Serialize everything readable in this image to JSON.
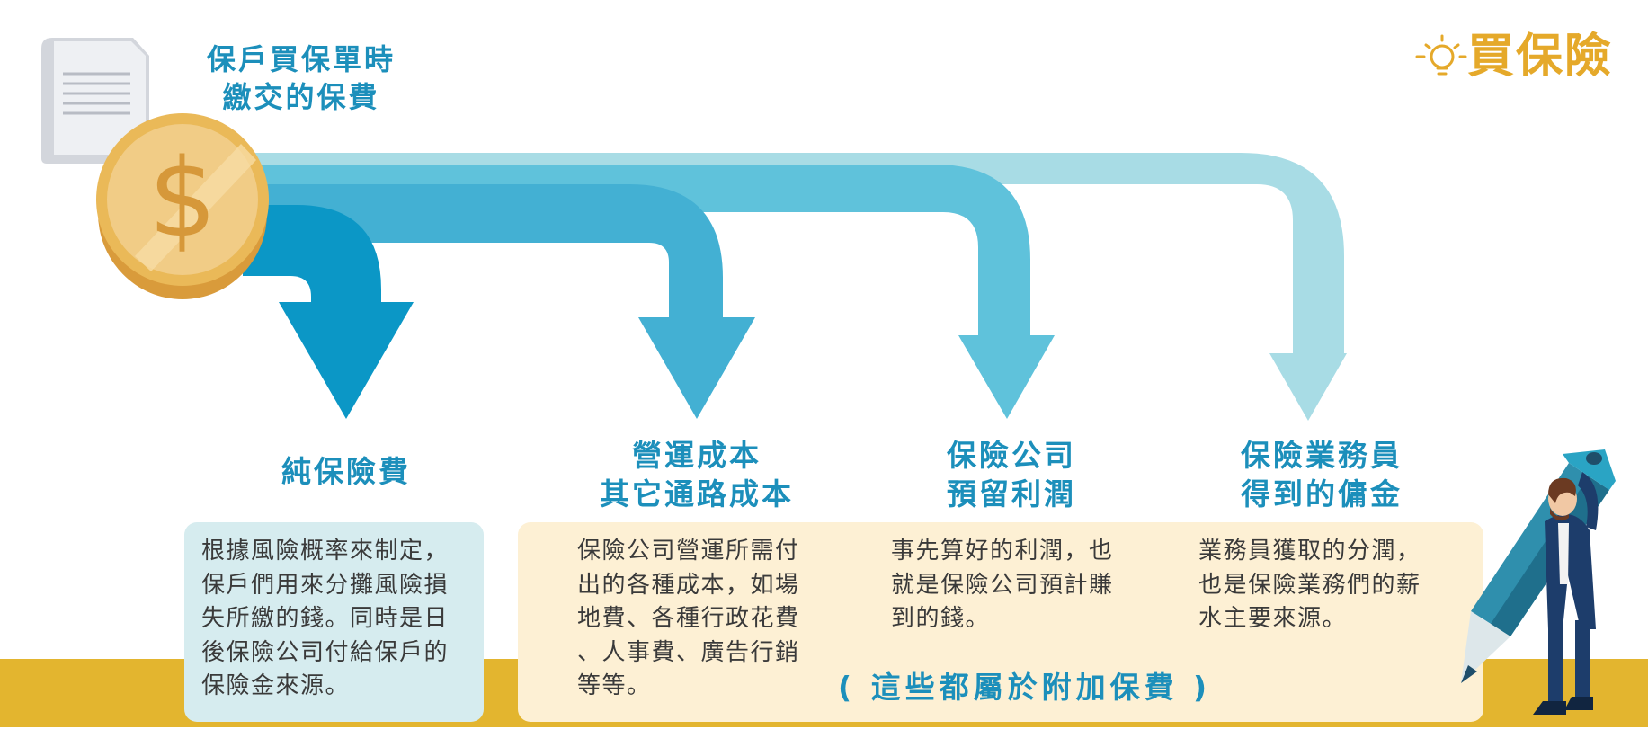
{
  "brand": {
    "logo_text": "買保險",
    "accent_color": "#1c8fbb",
    "logo_color": "#e5a92a"
  },
  "source": {
    "title": "保戶買保單時\n繳交的保費",
    "coin_symbol": "$"
  },
  "categories": [
    {
      "title": "純保險費",
      "description": [
        "根據風險概率來制定，",
        "保戶們用來分攤風險損",
        "失所繳的錢。同時是日",
        "後保險公司付給保戶的",
        "保險金來源。"
      ],
      "arrow_color": "#0b97c6"
    },
    {
      "title": "營運成本\n其它通路成本",
      "description": [
        "保險公司營運所需付",
        "出的各種成本，如場",
        "地費、各種行政花費",
        "、人事費、廣告行銷",
        "等等。"
      ],
      "arrow_color": "#43b0d3"
    },
    {
      "title": "保險公司\n預留利潤",
      "description": [
        "事先算好的利潤，也",
        "就是保險公司預計賺",
        "到的錢。"
      ],
      "arrow_color": "#5fc2db"
    },
    {
      "title": "保險業務員\n得到的傭金",
      "description": [
        "業務員獲取的分潤，",
        "也是保險業務們的薪",
        "水主要來源。"
      ],
      "arrow_color": "#a8dce5"
    }
  ],
  "note": "( 這些都屬於附加保費 )"
}
